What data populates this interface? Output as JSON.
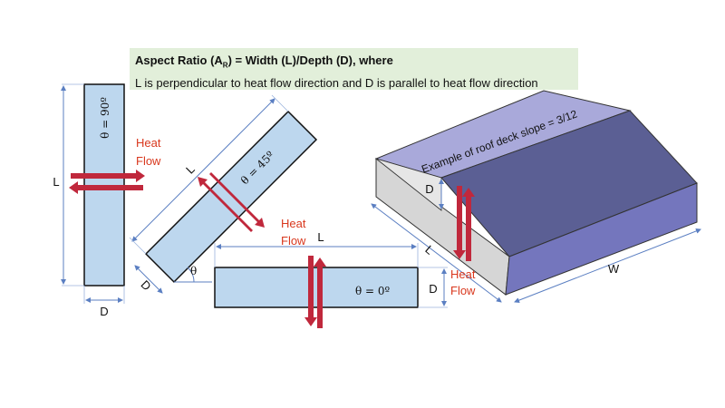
{
  "header": {
    "title_prefix": "Aspect Ratio (A",
    "title_sub": "R",
    "title_suffix": ") = Width (L)/Depth (D), where",
    "subtitle": "L is perpendicular to heat flow direction and D is parallel to heat flow direction"
  },
  "vertical_panel": {
    "angle_label": "θ = 90º",
    "length_label": "L",
    "depth_label": "D",
    "heat_label_1": "Heat",
    "heat_label_2": "Flow"
  },
  "tilted_panel": {
    "angle_label": "θ = 45º",
    "length_label": "L",
    "depth_label": "D",
    "theta_symbol": "θ"
  },
  "horizontal_panel": {
    "angle_label": "θ = 0º",
    "length_label": "L",
    "depth_label": "D",
    "heat_label_1": "Heat",
    "heat_label_2": "Flow"
  },
  "roof": {
    "slope_label": "Example of roof deck slope = 3/12",
    "depth_label": "D",
    "length_label": "L",
    "width_label": "W",
    "heat_label_1": "Heat",
    "heat_label_2": "Flow"
  },
  "colors": {
    "panel_fill": "#bdd7ee",
    "arrow_red": "#c0283c",
    "dim_blue": "#5b7fc2",
    "heat_text": "#d9381e",
    "roof_top": "#a9a9da",
    "roof_slope": "#5b5f94",
    "roof_front": "#7476bd",
    "roof_side": "#d6d6d6"
  }
}
